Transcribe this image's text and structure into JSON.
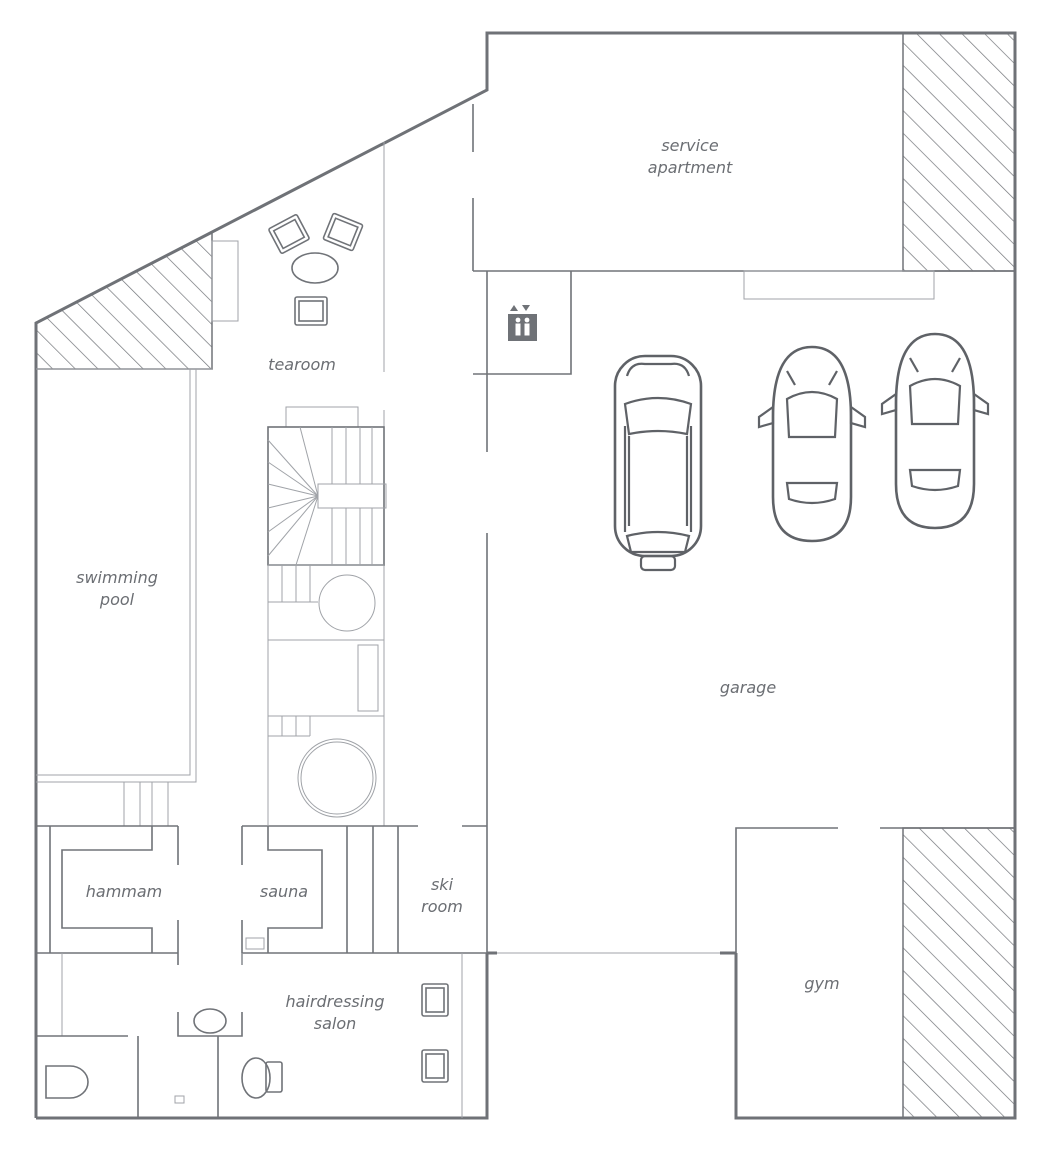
{
  "rooms": {
    "service_apartment": "service\napartment",
    "tearoom": "tearoom",
    "swimming_pool": "swimming\npool",
    "garage": "garage",
    "hammam": "hammam",
    "sauna": "sauna",
    "ski_room": "ski\nroom",
    "hairdressing_salon": "hairdressing\nsalon",
    "gym": "gym"
  },
  "icons": {
    "elevator": "elevator-icon",
    "car": "car-icon",
    "armchair": "armchair-icon",
    "staircase": "staircase-icon"
  },
  "colors": {
    "line": "#6f7277",
    "text": "#6b6e73",
    "elevator_fill": "#6f7277"
  }
}
